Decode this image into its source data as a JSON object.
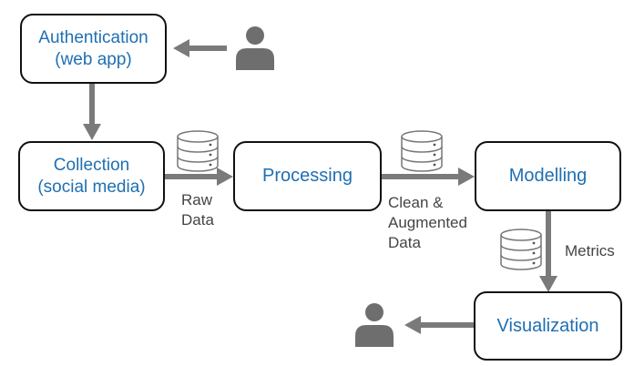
{
  "nodes": {
    "authentication": {
      "line1": "Authentication",
      "line2": "(web app)"
    },
    "collection": {
      "line1": "Collection",
      "line2": "(social media)"
    },
    "processing": {
      "label": "Processing"
    },
    "modelling": {
      "label": "Modelling"
    },
    "visualization": {
      "label": "Visualization"
    }
  },
  "edge_labels": {
    "raw_data": {
      "line1": "Raw",
      "line2": "Data"
    },
    "clean_data": {
      "line1": "Clean &",
      "line2": "Augmented",
      "line3": "Data"
    },
    "metrics": {
      "label": "Metrics"
    }
  },
  "icons": [
    "user-icon",
    "database-icon"
  ],
  "colors": {
    "node_text": "#1f6fb2",
    "arrow": "#7a7a7a",
    "icon": "#6e6e6e",
    "border": "#111111"
  }
}
